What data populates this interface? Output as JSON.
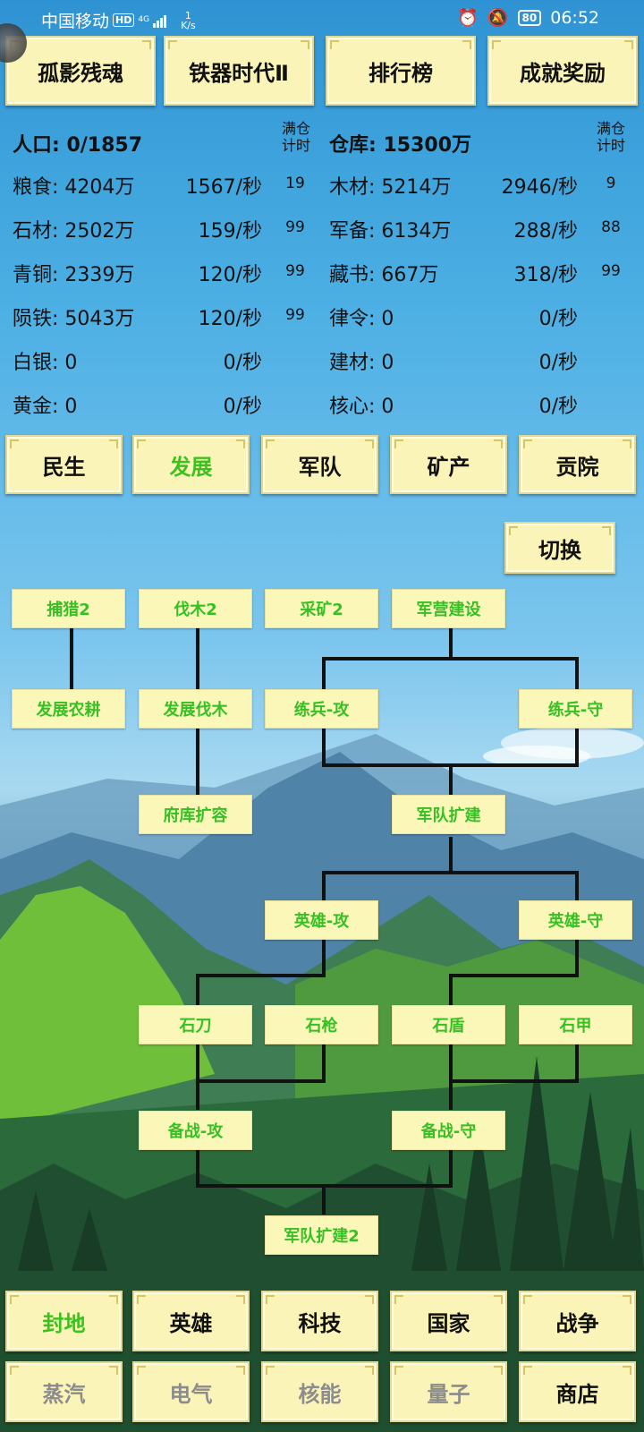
{
  "status_bar": {
    "carrier": "中国移动",
    "hd": "HD",
    "network": "4G",
    "speed_value": "1",
    "speed_unit": "K/s",
    "battery": "80",
    "time": "06:52"
  },
  "top_buttons": [
    "孤影残魂",
    "铁器时代Ⅱ",
    "排行榜",
    "成就奖励"
  ],
  "stats": {
    "full_header": "满仓计时",
    "population": "人口: 0/1857",
    "warehouse": "仓库: 15300万",
    "left": [
      {
        "label": "粮食: 4204万",
        "rate": "1567/秒",
        "full": "19"
      },
      {
        "label": "石材: 2502万",
        "rate": "159/秒",
        "full": "99"
      },
      {
        "label": "青铜: 2339万",
        "rate": "120/秒",
        "full": "99"
      },
      {
        "label": "陨铁: 5043万",
        "rate": "120/秒",
        "full": "99"
      },
      {
        "label": "白银: 0",
        "rate": "0/秒",
        "full": ""
      },
      {
        "label": "黄金: 0",
        "rate": "0/秒",
        "full": ""
      }
    ],
    "right": [
      {
        "label": "木材: 5214万",
        "rate": "2946/秒",
        "full": "9"
      },
      {
        "label": "军备: 6134万",
        "rate": "288/秒",
        "full": "88"
      },
      {
        "label": "藏书: 667万",
        "rate": "318/秒",
        "full": "99"
      },
      {
        "label": "律令: 0",
        "rate": "0/秒",
        "full": ""
      },
      {
        "label": "建材: 0",
        "rate": "0/秒",
        "full": ""
      },
      {
        "label": "核心: 0",
        "rate": "0/秒",
        "full": ""
      }
    ]
  },
  "tabs": [
    "民生",
    "发展",
    "军队",
    "矿产",
    "贡院"
  ],
  "switch_label": "切换",
  "tree_nodes": {
    "hunt2": "捕猎2",
    "logging2": "伐木2",
    "mining2": "采矿2",
    "barracks": "军营建设",
    "farming": "发展农耕",
    "forestry": "发展伐木",
    "train_atk": "练兵-攻",
    "train_def": "练兵-守",
    "storage": "府库扩容",
    "army_expand": "军队扩建",
    "hero_atk": "英雄-攻",
    "hero_def": "英雄-守",
    "stone_blade": "石刀",
    "stone_spear": "石枪",
    "stone_shield": "石盾",
    "stone_armor": "石甲",
    "prep_atk": "备战-攻",
    "prep_def": "备战-守",
    "army_expand2": "军队扩建2"
  },
  "bottom_row1": [
    "封地",
    "英雄",
    "科技",
    "国家",
    "战争"
  ],
  "bottom_row2": [
    "蒸汽",
    "电气",
    "核能",
    "量子",
    "商店"
  ],
  "colors": {
    "accent_green": "#3cc21c",
    "button_bg": "#fbf4b8",
    "disabled_gray": "#8c8c8c"
  }
}
